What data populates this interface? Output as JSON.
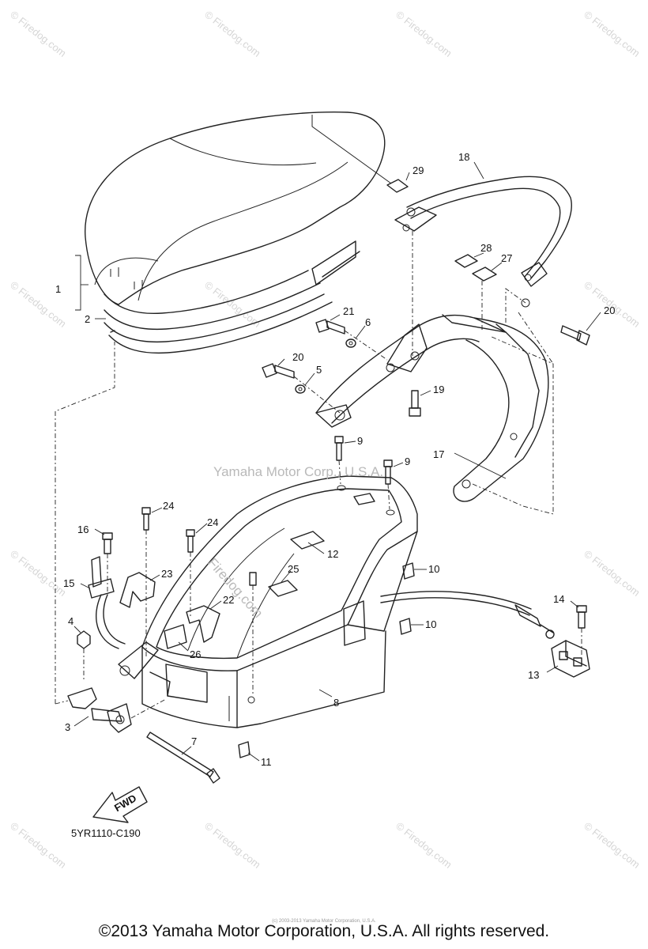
{
  "watermarks": {
    "site": "© Firedog.com",
    "center": "Yamaha Motor Corp., U.S.A.",
    "fire": "Firedog.com"
  },
  "diagram_code": "5YR1110-C190",
  "fwd_label": "FWD",
  "callouts": {
    "c1": "1",
    "c2": "2",
    "c3": "3",
    "c4": "4",
    "c5": "5",
    "c6": "6",
    "c7": "7",
    "c8": "8",
    "c9a": "9",
    "c9b": "9",
    "c10a": "10",
    "c10b": "10",
    "c11": "11",
    "c12": "12",
    "c13": "13",
    "c14": "14",
    "c15": "15",
    "c16": "16",
    "c17": "17",
    "c18": "18",
    "c19": "19",
    "c20a": "20",
    "c20b": "20",
    "c21": "21",
    "c22": "22",
    "c23": "23",
    "c24a": "24",
    "c24b": "24",
    "c25": "25",
    "c26": "26",
    "c27": "27",
    "c28": "28",
    "c29": "29"
  },
  "footer": {
    "copyright": "©2013 Yamaha Motor Corporation, U.S.A. All rights reserved.",
    "fine_print": "(c) 2003-2013 Yamaha Motor Corporation, U.S.A."
  }
}
